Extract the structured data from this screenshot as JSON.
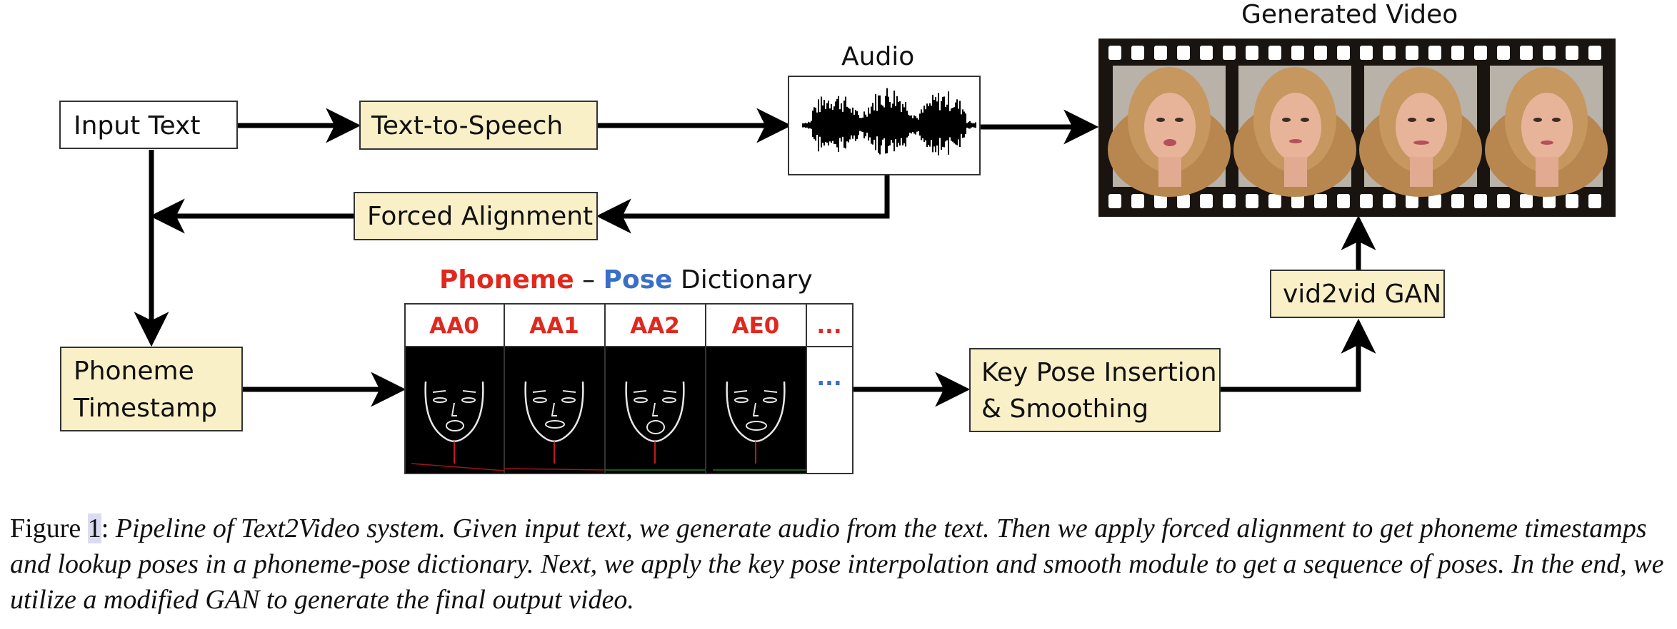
{
  "nodes": {
    "input_text": "Input Text",
    "tts": "Text-to-Speech",
    "audio": "Audio",
    "forced_alignment": "Forced Alignment",
    "generated_video": "Generated Video",
    "phoneme_timestamp_line1": "Phoneme",
    "phoneme_timestamp_line2": "Timestamp",
    "dictionary_title": {
      "phoneme": "Phoneme",
      "dash": " – ",
      "pose": "Pose",
      "rest": " Dictionary"
    },
    "dictionary_columns": [
      "AA0",
      "AA1",
      "AA2",
      "AE0",
      "..."
    ],
    "dictionary_more": "...",
    "key_pose_line1": "Key Pose Insertion",
    "key_pose_line2": "& Smoothing",
    "vid2vid": "vid2vid GAN"
  },
  "colors": {
    "box_fill": "#faf0c8",
    "phoneme_red": "#e0281e",
    "pose_blue": "#3a6fc9",
    "film_black": "#1a1410"
  },
  "caption": {
    "label": "Figure ",
    "number": "1",
    "colon": ": ",
    "text": "Pipeline of Text2Video system. Given input text, we generate audio from the text. Then we apply forced alignment to get phoneme timestamps and lookup poses in a phoneme-pose dictionary. Next, we apply the key pose interpolation and smooth module to get a sequence of poses. In the end, we utilize a modified GAN to generate the final output video."
  }
}
